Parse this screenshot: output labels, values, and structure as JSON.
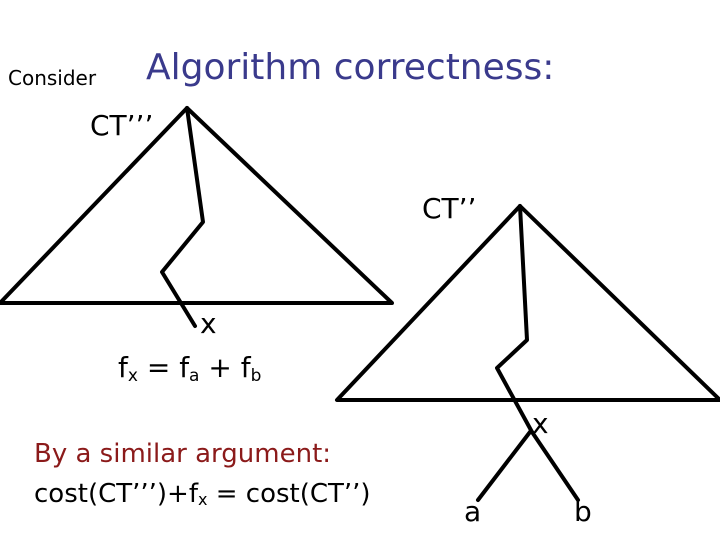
{
  "header": {
    "consider": "Consider",
    "title": "Algorithm correctness:"
  },
  "tree_left": {
    "label": "CT’’’",
    "node_label": "x"
  },
  "tree_right": {
    "label": "CT’’",
    "node_label": "x",
    "leaf_a": "a",
    "leaf_b": "b"
  },
  "formula": {
    "f1": "f",
    "sub1": "x",
    "eq": " = ",
    "f2": "f",
    "sub2": "a",
    "plus": " + ",
    "f3": "f",
    "sub3": "b"
  },
  "argument": {
    "line1": "By a similar argument:",
    "pre": "cost(CT’’’)+f",
    "sub": "x",
    "post": " = cost(CT’’)"
  },
  "colors": {
    "title": "#3a3a8c",
    "argument": "#8b1a1a",
    "lines": "#000000"
  }
}
